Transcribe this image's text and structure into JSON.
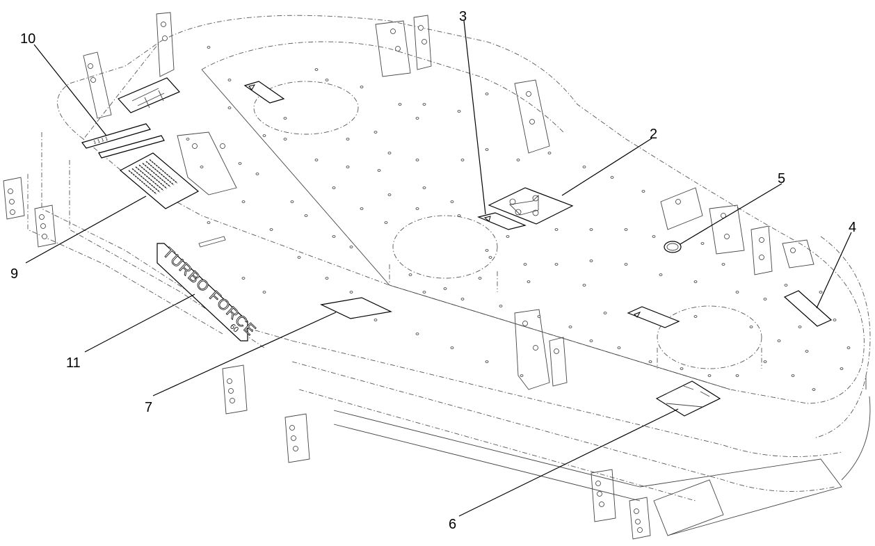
{
  "callouts": {
    "c2": "2",
    "c3": "3",
    "c4": "4",
    "c5": "5",
    "c6": "6",
    "c7": "7",
    "c9": "9",
    "c10": "10",
    "c11": "11"
  },
  "decal_text": {
    "brand": "TURBO FORCE",
    "size": "60"
  }
}
